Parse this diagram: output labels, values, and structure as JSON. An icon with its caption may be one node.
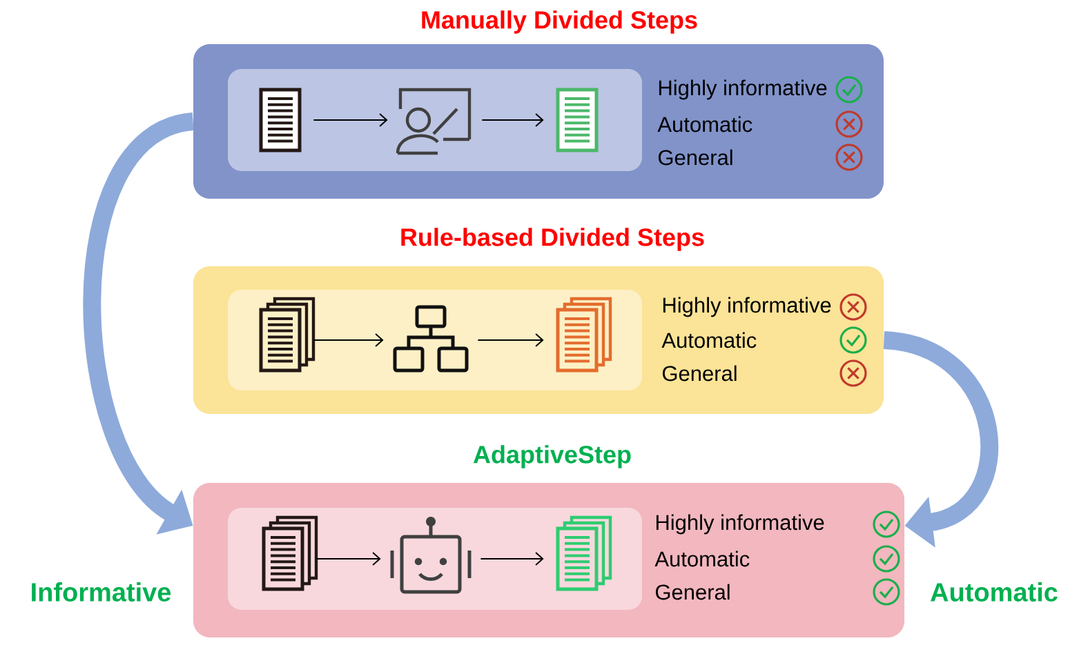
{
  "diagram": {
    "nodes": [
      {
        "text": [
          "Manually Divided Steps",
          "Highly informative",
          "Automatic",
          "General"
        ]
      },
      {
        "text": [],
        "shape": "box",
        "in": 0
      },
      {
        "text": [],
        "shape": "document",
        "in": 1
      },
      {
        "text": [],
        "shape": "picture",
        "in": 1
      },
      {
        "text": [],
        "shape": "document",
        "in": 1
      },
      {
        "text": [],
        "shape": "check",
        "in": 0
      },
      {
        "text": [],
        "shape": "cross",
        "in": 0
      },
      {
        "text": [],
        "shape": "cross",
        "in": 0
      },
      {
        "text": [
          "Rule-based Divided Steps",
          "Highly informative",
          "Automatic",
          "General"
        ]
      },
      {
        "text": [],
        "shape": "box",
        "in": 8
      },
      {
        "text": [],
        "shape": "stack",
        "in": 9
      },
      {
        "text": [],
        "shape": "picture",
        "in": 9
      },
      {
        "text": [],
        "shape": "stack",
        "in": 9
      },
      {
        "text": [],
        "shape": "cross",
        "in": 8
      },
      {
        "text": [],
        "shape": "check",
        "in": 8
      },
      {
        "text": [],
        "shape": "cross",
        "in": 8
      },
      {
        "text": [
          "AdaptiveStep",
          "Highly informative",
          "Automatic",
          "General"
        ]
      },
      {
        "text": [],
        "shape": "box",
        "in": 16
      },
      {
        "text": [],
        "shape": "stack",
        "in": 17
      },
      {
        "text": [],
        "shape": "picture",
        "in": 17
      },
      {
        "text": [],
        "shape": "stack",
        "in": 17
      },
      {
        "text": [],
        "shape": "check",
        "in": 16
      },
      {
        "text": [],
        "shape": "check",
        "in": 16
      },
      {
        "text": [],
        "shape": "check",
        "in": 16
      }
    ],
    "edges": [
      {
        "from": 2,
        "to": 3,
        "arrow": "to"
      },
      {
        "from": 3,
        "to": 4,
        "arrow": "to"
      },
      {
        "from": 10,
        "to": 11,
        "arrow": "to"
      },
      {
        "from": 11,
        "to": 12,
        "arrow": "to"
      },
      {
        "from": 18,
        "to": 19,
        "arrow": "to"
      },
      {
        "from": 19,
        "to": 20,
        "arrow": "to"
      },
      {
        "from": 0,
        "to": 16,
        "arrow": "to",
        "style": "thick",
        "color": "#8eaadb"
      },
      {
        "from": 8,
        "to": 16,
        "arrow": "to",
        "style": "thick",
        "color": "#8eaadb"
      }
    ],
    "labels": [
      "Informative",
      "Automatic"
    ]
  }
}
